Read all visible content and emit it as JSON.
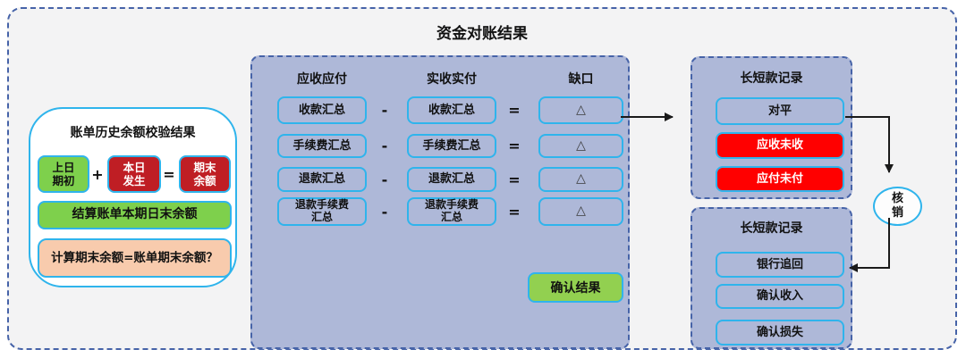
{
  "title": "资金对账结果",
  "left_panel": {
    "title": "账单历史余额校验结果",
    "equation": {
      "opening": "上日\n期初",
      "plus": "+",
      "occurred": "本日\n发生",
      "equals": "=",
      "ending": "期末\n余额"
    },
    "settle_label": "结算账单本期日末余额",
    "check_label": "计算期末余额=账单期末余额？"
  },
  "recon_panel": {
    "col_headers": [
      "应收应付",
      "实收实付",
      "缺口"
    ],
    "rows": [
      {
        "left": "收款汇总",
        "op": "-",
        "right": "收款汇总",
        "eq": "=",
        "gap": "△"
      },
      {
        "left": "手续费汇总",
        "op": "-",
        "right": "手续费汇总",
        "eq": "=",
        "gap": "△"
      },
      {
        "left": "退款汇总",
        "op": "-",
        "right": "退款汇总",
        "eq": "=",
        "gap": "△"
      },
      {
        "left": "退款手续费\n汇总",
        "op": "-",
        "right": "退款手续费\n汇总",
        "eq": "=",
        "gap": "△"
      }
    ],
    "confirm_button": "确认结果"
  },
  "record_panel_top": {
    "title": "长短款记录",
    "items": [
      {
        "label": "对平"
      },
      {
        "label": "应收未收"
      },
      {
        "label": "应付未付"
      }
    ]
  },
  "record_panel_bottom": {
    "title": "长短款记录",
    "items": [
      {
        "label": "银行追回"
      },
      {
        "label": "确认收入"
      },
      {
        "label": "确认损失"
      }
    ]
  },
  "writeoff_node": {
    "label": "核\n销"
  },
  "colors": {
    "panel_bg": "#aeb8d8",
    "node_border_cyan": "#2fb4ec",
    "dashed_border_blue": "#4663a8",
    "green": "#7ed04c",
    "button_green": "#92d050",
    "dark_red": "#bf1e24",
    "bright_red": "#ff0000",
    "peach": "#f8cbad"
  }
}
